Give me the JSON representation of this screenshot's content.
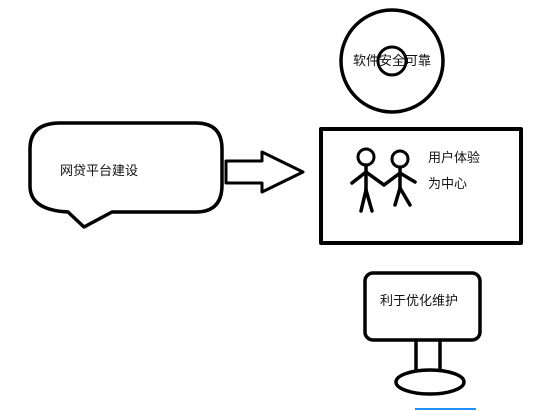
{
  "diagram": {
    "disc_label": "软件安全可靠",
    "speech_label": "网贷平台建设",
    "panel_line1": "用户体验",
    "panel_line2": "为中心",
    "monitor_label": "利于优化维护"
  },
  "colors": {
    "ink": "#000000",
    "background": "#ffffff",
    "accent_line": "#1e8fff"
  },
  "icons": {
    "disc": "cd-disc-icon",
    "people": "stick-figures-holding-hands-icon",
    "monitor": "computer-monitor-icon",
    "arrow": "right-arrow-icon"
  }
}
